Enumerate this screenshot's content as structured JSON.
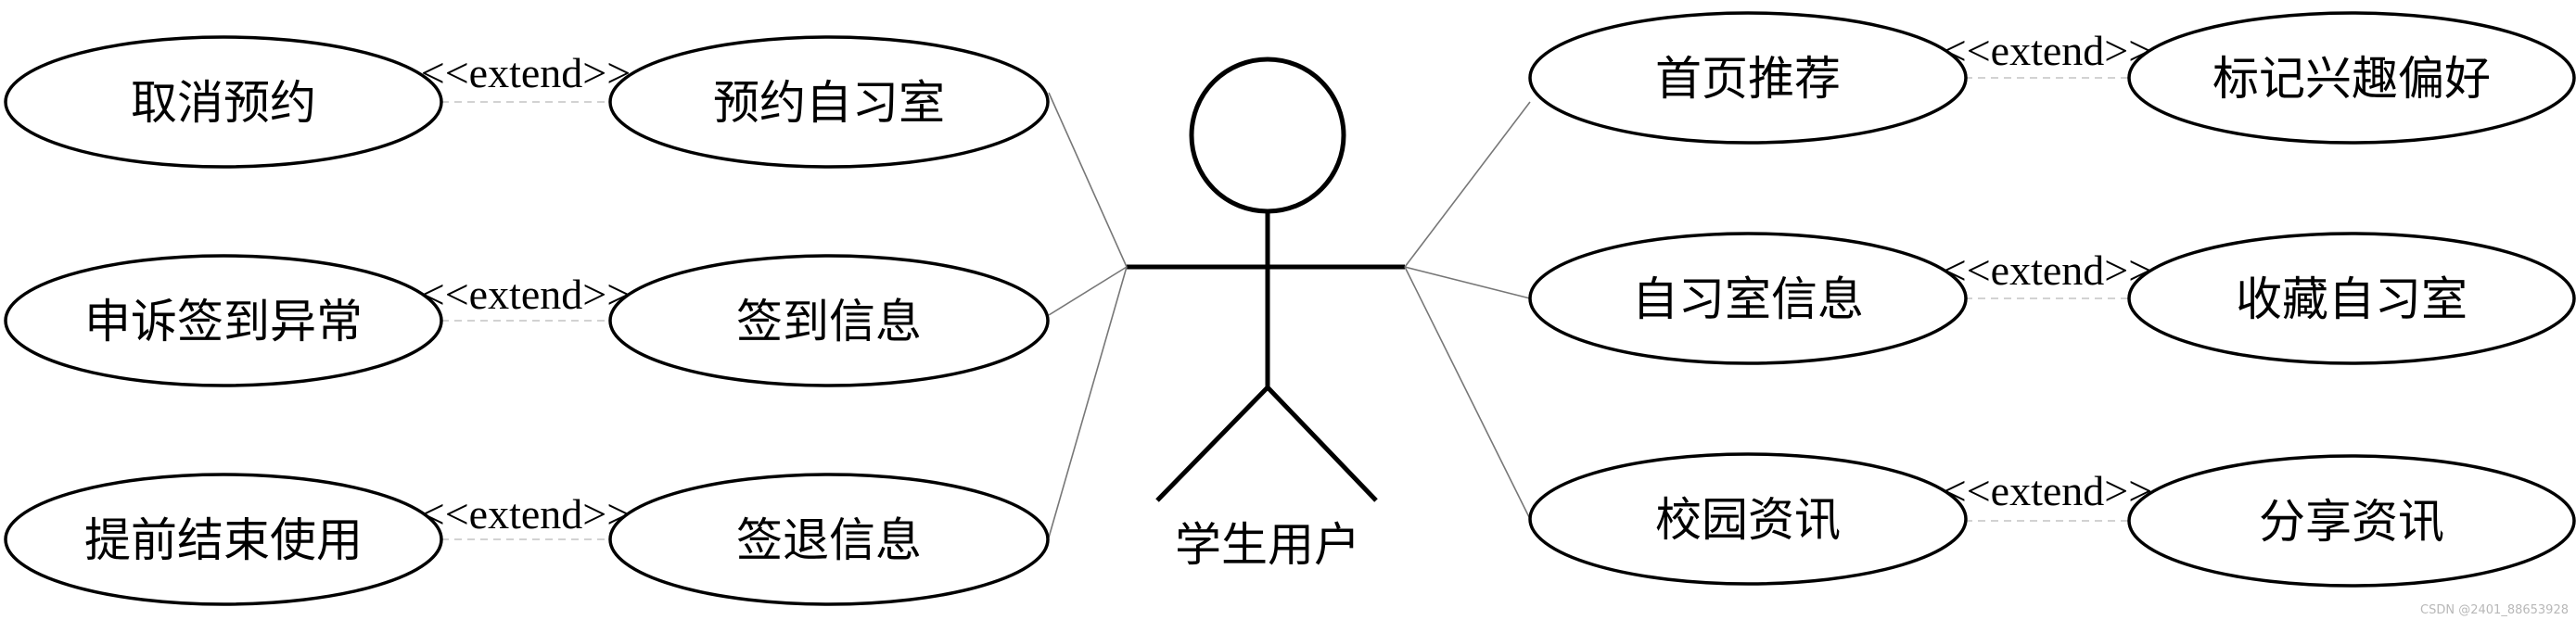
{
  "actor": {
    "label": "学生用户"
  },
  "left_use_cases": [
    {
      "base": "预约自习室",
      "extension": "取消预约",
      "relation": "<<extend>>"
    },
    {
      "base": "签到信息",
      "extension": "申诉签到异常",
      "relation": "<<extend>>"
    },
    {
      "base": "签退信息",
      "extension": "提前结束使用",
      "relation": "<<extend>>"
    }
  ],
  "right_use_cases": [
    {
      "base": "首页推荐",
      "extension": "标记兴趣偏好",
      "relation": "<<extend>>"
    },
    {
      "base": "自习室信息",
      "extension": "收藏自习室",
      "relation": "<<extend>>"
    },
    {
      "base": "校园资讯",
      "extension": "分享资讯",
      "relation": "<<extend>>"
    }
  ],
  "watermark": "CSDN @2401_88653928"
}
